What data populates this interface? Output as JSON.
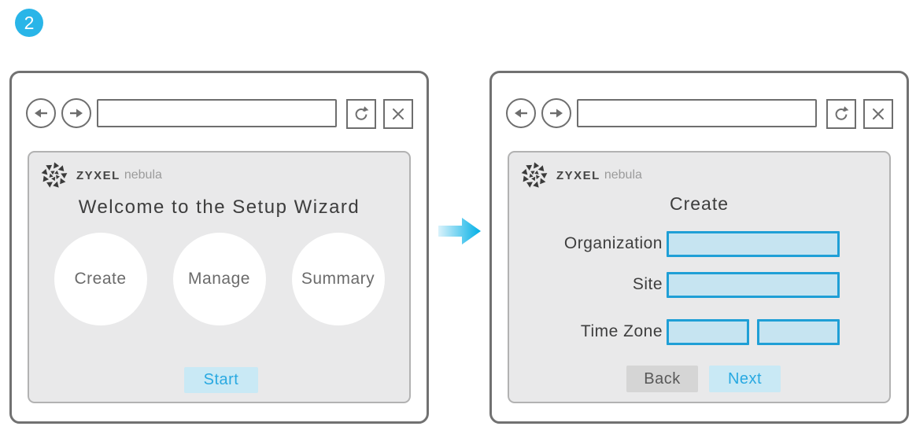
{
  "step_badge": {
    "number": "2"
  },
  "brand": {
    "zyxel": "ZYXEL",
    "nebula": "nebula"
  },
  "colors": {
    "badge_blue": "#29b5e8",
    "accent_cyan": "#29a9e1",
    "button_light_blue": "#c9e9f5",
    "input_border": "#1f9fd6",
    "input_fill": "#c6e4f1",
    "panel_gray": "#e9e9ea",
    "window_border": "#717171",
    "back_button_gray": "#d5d5d5"
  },
  "icons": {
    "back": "left-arrow ←",
    "forward": "right-arrow →",
    "refresh": "circular-arrow ↻",
    "close": "x ✕",
    "logo": "zyxel-pinwheel",
    "flow": "right-arrow ➔"
  },
  "left_window": {
    "toolbar": {
      "address_value": ""
    },
    "title": "Welcome to the Setup Wizard",
    "steps": [
      {
        "label": "Create"
      },
      {
        "label": "Manage"
      },
      {
        "label": "Summary"
      }
    ],
    "start_button": "Start"
  },
  "right_window": {
    "toolbar": {
      "address_value": ""
    },
    "title": "Create",
    "fields": [
      {
        "label": "Organization",
        "value": ""
      },
      {
        "label": "Site",
        "value": ""
      },
      {
        "label": "Time Zone",
        "value": "",
        "value2": ""
      }
    ],
    "back_button": "Back",
    "next_button": "Next"
  }
}
